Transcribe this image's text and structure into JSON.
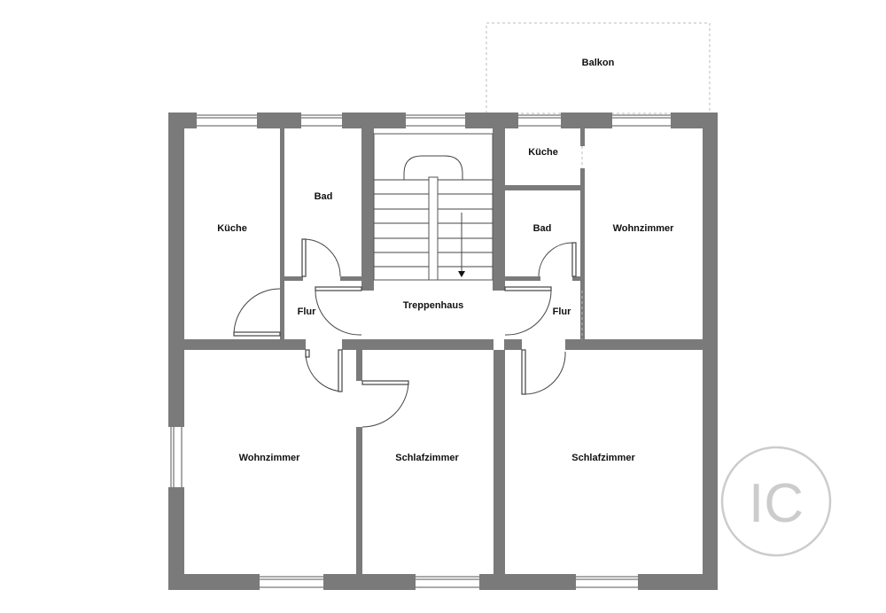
{
  "plan": {
    "rooms": {
      "balkon": "Balkon",
      "kueche_left": "Küche",
      "bad_left": "Bad",
      "kueche_right": "Küche",
      "bad_right": "Bad",
      "wohnzimmer_right": "Wohnzimmer",
      "flur_left": "Flur",
      "treppenhaus": "Treppenhaus",
      "flur_right": "Flur",
      "wohnzimmer_left": "Wohnzimmer",
      "schlafzimmer_middle": "Schlafzimmer",
      "schlafzimmer_right": "Schlafzimmer"
    },
    "watermark": "IC"
  }
}
